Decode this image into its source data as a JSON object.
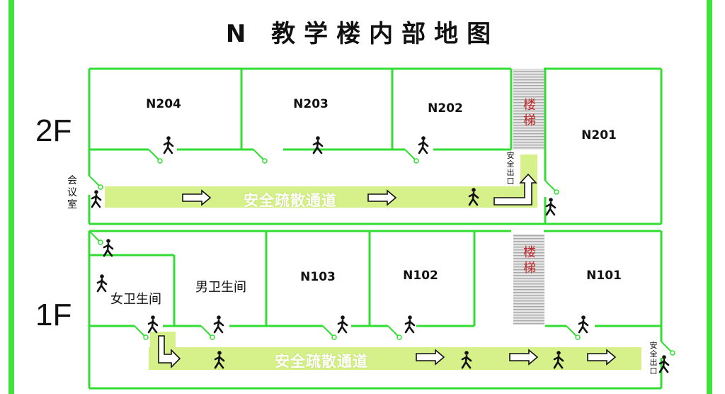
{
  "map": {
    "title": "N 教学楼内部地图",
    "floors": [
      {
        "label": "2F",
        "rooms": [
          "N204",
          "N203",
          "N202",
          "N201"
        ],
        "stairs": "楼梯",
        "meeting_room": "会议室",
        "corridor": "安全疏散通道",
        "exit": "安全出口"
      },
      {
        "label": "1F",
        "rooms": [
          "女卫生间",
          "男卫生间",
          "N103",
          "N102",
          "N101"
        ],
        "stairs": "楼梯",
        "corridor": "安全疏散通道",
        "exit": "安全出口"
      }
    ],
    "colors": {
      "wall": "#33dd33",
      "corridor": "#d6f08a",
      "stairs": "#bdbdbd",
      "stair_text": "#c0282a",
      "border": "#3fe23a"
    },
    "icons": [
      "running-person-icon",
      "door-swing-icon",
      "arrow-right-icon",
      "arrow-up-icon",
      "arrow-down-right-icon"
    ]
  }
}
